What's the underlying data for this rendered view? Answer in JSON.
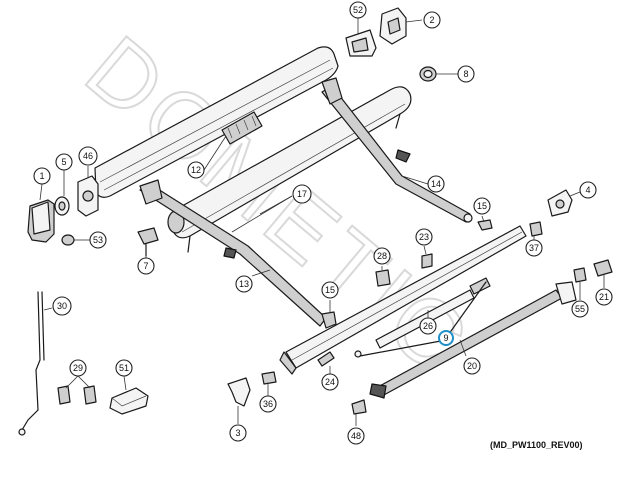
{
  "watermark": "DOMETIC",
  "document_code": "(MD_PW1100_REV00)",
  "callouts": [
    {
      "id": "c52",
      "label": "52"
    },
    {
      "id": "c2",
      "label": "2"
    },
    {
      "id": "c8",
      "label": "8"
    },
    {
      "id": "c12",
      "label": "12"
    },
    {
      "id": "c1",
      "label": "1"
    },
    {
      "id": "c5",
      "label": "5"
    },
    {
      "id": "c46",
      "label": "46"
    },
    {
      "id": "c53",
      "label": "53"
    },
    {
      "id": "c17",
      "label": "17"
    },
    {
      "id": "c14",
      "label": "14"
    },
    {
      "id": "c15a",
      "label": "15"
    },
    {
      "id": "c4",
      "label": "4"
    },
    {
      "id": "c7",
      "label": "7"
    },
    {
      "id": "c23",
      "label": "23"
    },
    {
      "id": "c37",
      "label": "37"
    },
    {
      "id": "c28",
      "label": "28"
    },
    {
      "id": "c13",
      "label": "13"
    },
    {
      "id": "c30",
      "label": "30"
    },
    {
      "id": "c15b",
      "label": "15"
    },
    {
      "id": "c26",
      "label": "26"
    },
    {
      "id": "c9",
      "label": "9"
    },
    {
      "id": "c21",
      "label": "21"
    },
    {
      "id": "c55",
      "label": "55"
    },
    {
      "id": "c29",
      "label": "29"
    },
    {
      "id": "c51",
      "label": "51"
    },
    {
      "id": "c24",
      "label": "24"
    },
    {
      "id": "c20",
      "label": "20"
    },
    {
      "id": "c36",
      "label": "36"
    },
    {
      "id": "c3",
      "label": "3"
    },
    {
      "id": "c48",
      "label": "48"
    }
  ]
}
